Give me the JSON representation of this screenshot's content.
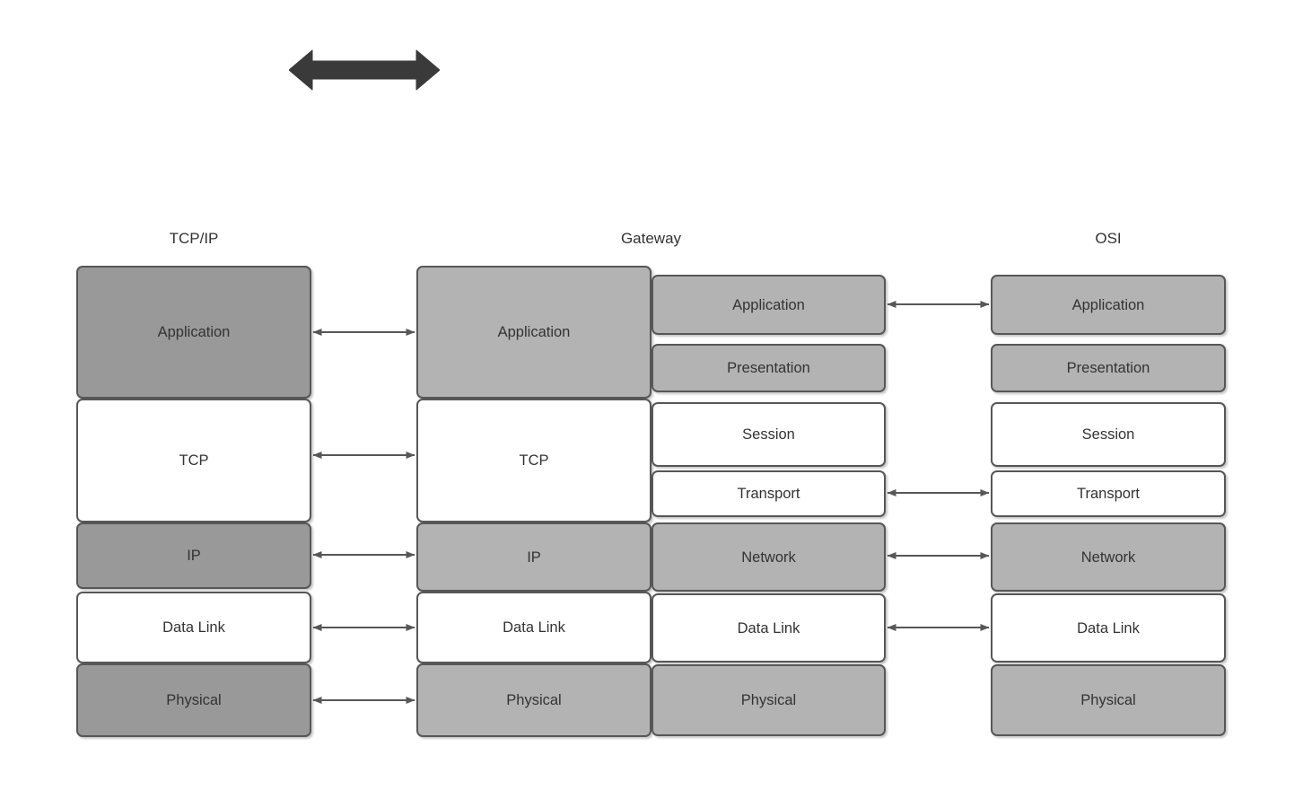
{
  "diagram": {
    "title_tcpip": "TCP/IP",
    "title_gateway": "Gateway",
    "title_osi": "OSI",
    "colors": {
      "fill_dark_gray": "#999999",
      "fill_light_gray": "#b3b3b3",
      "fill_white": "#ffffff",
      "stroke": "#575757",
      "text": "#333333",
      "big_arrow": "#3a3a3a",
      "background": "#ffffff"
    },
    "columns": [
      {
        "name": "tcpip",
        "title": "TCP/IP",
        "layers": [
          {
            "label": "Application",
            "fill": "dark"
          },
          {
            "label": "TCP",
            "fill": "white"
          },
          {
            "label": "IP",
            "fill": "dark"
          },
          {
            "label": "Data Link",
            "fill": "white"
          },
          {
            "label": "Physical",
            "fill": "dark"
          }
        ]
      },
      {
        "name": "gateway-left",
        "title": "Gateway",
        "layers": [
          {
            "label": "Application",
            "fill": "light"
          },
          {
            "label": "TCP",
            "fill": "white"
          },
          {
            "label": "IP",
            "fill": "light"
          },
          {
            "label": "Data Link",
            "fill": "white"
          },
          {
            "label": "Physical",
            "fill": "light"
          }
        ]
      },
      {
        "name": "gateway-right",
        "title": "",
        "layers": [
          {
            "label": "Application",
            "fill": "light"
          },
          {
            "label": "Presentation",
            "fill": "light"
          },
          {
            "label": "Session",
            "fill": "white"
          },
          {
            "label": "Transport",
            "fill": "white"
          },
          {
            "label": "Network",
            "fill": "light"
          },
          {
            "label": "Data Link",
            "fill": "white"
          },
          {
            "label": "Physical",
            "fill": "light"
          }
        ]
      },
      {
        "name": "osi",
        "title": "OSI",
        "layers": [
          {
            "label": "Application",
            "fill": "light"
          },
          {
            "label": "Presentation",
            "fill": "light"
          },
          {
            "label": "Session",
            "fill": "white"
          },
          {
            "label": "Transport",
            "fill": "white"
          },
          {
            "label": "Network",
            "fill": "light"
          },
          {
            "label": "Data Link",
            "fill": "white"
          },
          {
            "label": "Physical",
            "fill": "light"
          }
        ]
      }
    ],
    "connections_left": [
      {
        "from": "Application",
        "to": "Application"
      },
      {
        "from": "TCP",
        "to": "TCP"
      },
      {
        "from": "IP",
        "to": "IP"
      },
      {
        "from": "Data Link",
        "to": "Data Link"
      },
      {
        "from": "Physical",
        "to": "Physical"
      }
    ],
    "connections_right": [
      {
        "from": "Application",
        "to": "Application"
      },
      {
        "from": "Transport",
        "to": "Transport"
      },
      {
        "from": "Network",
        "to": "Network"
      },
      {
        "from": "Data Link",
        "to": "Data Link"
      }
    ],
    "top_arrow": {
      "name": "double-headed-arrow",
      "direction": "bidirectional"
    }
  }
}
